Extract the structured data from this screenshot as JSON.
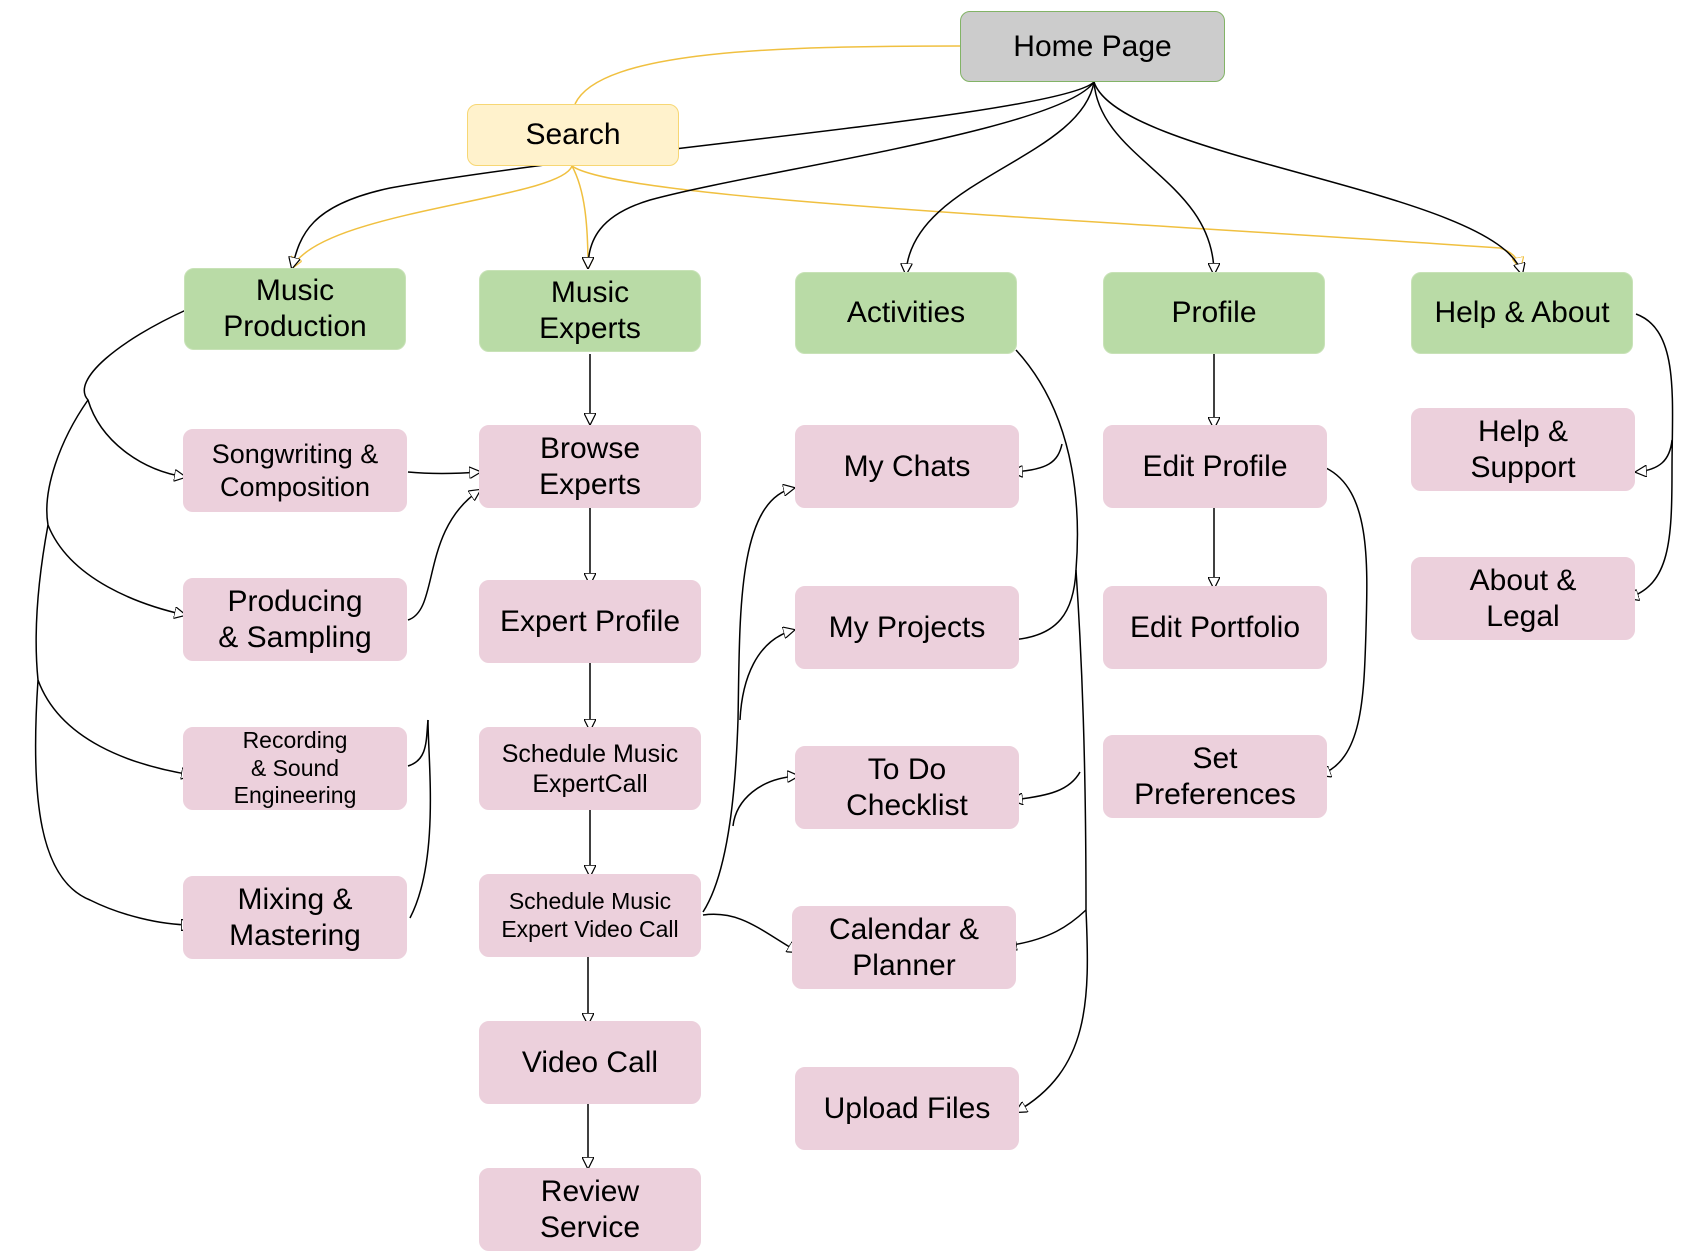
{
  "diagram": {
    "home": "Home Page",
    "search": "Search",
    "sections": {
      "music_production": "Music\nProduction",
      "music_experts": "Music\nExperts",
      "activities": "Activities",
      "profile": "Profile",
      "help_about": "Help & About"
    },
    "pages": {
      "songwriting": "Songwriting &\nComposition",
      "producing": "Producing\n& Sampling",
      "recording": "Recording\n& Sound\nEngineering",
      "mixing": "Mixing &\nMastering",
      "browse_experts": "Browse\nExperts",
      "expert_profile": "Expert Profile",
      "schedule_call": "Schedule Music\nExpertCall",
      "schedule_video_call": "Schedule Music\nExpert Video Call",
      "video_call": "Video Call",
      "review_service": "Review\nService",
      "my_chats": "My Chats",
      "my_projects": "My Projects",
      "todo": "To Do\nChecklist",
      "calendar": "Calendar &\nPlanner",
      "upload_files": "Upload Files",
      "edit_profile": "Edit Profile",
      "edit_portfolio": "Edit Portfolio",
      "set_preferences": "Set\nPreferences",
      "help_support": "Help &\nSupport",
      "about_legal": "About &\nLegal"
    }
  },
  "colors": {
    "home_fill": "#cccccc",
    "home_border": "#82b366",
    "search_fill": "#fff2cc",
    "section_fill": "#b9dba6",
    "page_fill": "#ecd0dc",
    "black_edge": "#000000",
    "search_edge": "#f0c040"
  }
}
